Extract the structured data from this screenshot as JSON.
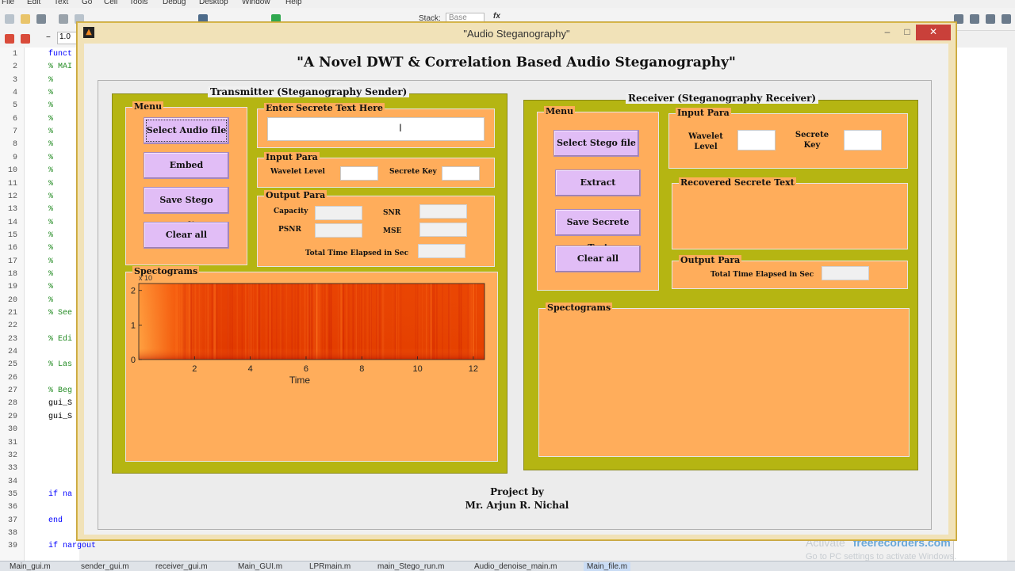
{
  "matlab": {
    "menu": [
      "File",
      "Edit",
      "Text",
      "Go",
      "Cell",
      "Tools",
      "Debug",
      "Desktop",
      "Window",
      "Help"
    ],
    "stack_label": "Stack:",
    "stack_value": "Base",
    "fx": "fx",
    "zoom_value": "1.0",
    "line_numbers": [
      "1",
      "2",
      "3",
      "4",
      "5",
      "6",
      "7",
      "8",
      "9",
      "10",
      "11",
      "12",
      "13",
      "14",
      "15",
      "16",
      "17",
      "18",
      "19",
      "20",
      "21",
      "22",
      "23",
      "24",
      "25",
      "26",
      "27",
      "28",
      "29",
      "30",
      "31",
      "32",
      "33",
      "34",
      "35",
      "36",
      "37",
      "38",
      "39"
    ],
    "code_lines": [
      {
        "n": 1,
        "text": "funct",
        "color": "#0000ff"
      },
      {
        "n": 2,
        "text": "% MAI",
        "color": "#228b22"
      },
      {
        "n": 3,
        "text": "%",
        "color": "#228b22"
      },
      {
        "n": 4,
        "text": "%",
        "color": "#228b22"
      },
      {
        "n": 5,
        "text": "%",
        "color": "#228b22"
      },
      {
        "n": 6,
        "text": "%",
        "color": "#228b22"
      },
      {
        "n": 7,
        "text": "%",
        "color": "#228b22"
      },
      {
        "n": 8,
        "text": "%",
        "color": "#228b22"
      },
      {
        "n": 9,
        "text": "%",
        "color": "#228b22"
      },
      {
        "n": 10,
        "text": "%",
        "color": "#228b22"
      },
      {
        "n": 11,
        "text": "%",
        "color": "#228b22"
      },
      {
        "n": 12,
        "text": "%",
        "color": "#228b22"
      },
      {
        "n": 13,
        "text": "%",
        "color": "#228b22"
      },
      {
        "n": 14,
        "text": "%",
        "color": "#228b22"
      },
      {
        "n": 15,
        "text": "%",
        "color": "#228b22"
      },
      {
        "n": 16,
        "text": "%",
        "color": "#228b22"
      },
      {
        "n": 17,
        "text": "%",
        "color": "#228b22"
      },
      {
        "n": 18,
        "text": "%",
        "color": "#228b22"
      },
      {
        "n": 19,
        "text": "%",
        "color": "#228b22"
      },
      {
        "n": 20,
        "text": "%",
        "color": "#228b22"
      },
      {
        "n": 21,
        "text": "% See",
        "color": "#228b22"
      },
      {
        "n": 23,
        "text": "% Edi",
        "color": "#228b22"
      },
      {
        "n": 25,
        "text": "% Las",
        "color": "#228b22"
      },
      {
        "n": 27,
        "text": "% Beg",
        "color": "#228b22"
      },
      {
        "n": 28,
        "text": "gui_S",
        "color": "#000000"
      },
      {
        "n": 29,
        "text": "gui_S",
        "color": "#000000"
      },
      {
        "n": 35,
        "text": "if na",
        "color": "#0000ff"
      },
      {
        "n": 37,
        "text": "end",
        "color": "#0000ff"
      },
      {
        "n": 39,
        "text": "if nargout",
        "color": "#0000ff"
      }
    ],
    "tabs": [
      "Main_gui.m",
      "sender_gui.m",
      "receiver_gui.m",
      "Main_GUI.m",
      "LPRmain.m",
      "main_Stego_run.m",
      "Audio_denoise_main.m",
      "Main_file.m"
    ],
    "watermark_activate": "Activate",
    "watermark_brand": "freerecorders.com",
    "watermark_sub": "Go to PC settings to activate Windows."
  },
  "window": {
    "title": "\"Audio Steganography\"",
    "minimize": "–",
    "maximize": "□",
    "close": "✕"
  },
  "gui": {
    "main_title": "\"A Novel DWT & Correlation Based Audio Steganography\"",
    "transmitter": {
      "title": "Transmitter (Steganography Sender)",
      "menu_title": "Menu",
      "buttons": [
        "Select Audio file",
        "Embed",
        "Save Stego Audio",
        "Clear all"
      ],
      "secret_text_title": "Enter Secrete Text Here",
      "secret_text_value": "",
      "input_para_title": "Input Para",
      "wavelet_label": "Wavelet Level",
      "wavelet_value": "",
      "key_label": "Secrete Key",
      "key_value": "",
      "output_para_title": "Output Para",
      "capacity_label": "Capacity",
      "capacity_value": "",
      "snr_label": "SNR",
      "snr_value": "",
      "psnr_label": "PSNR",
      "psnr_value": "",
      "mse_label": "MSE",
      "mse_value": "",
      "time_label": "Total Time Elapsed in Sec",
      "time_value": "",
      "spectrogram_title": "Spectograms"
    },
    "receiver": {
      "title": "Receiver (Steganography Receiver)",
      "menu_title": "Menu",
      "buttons": [
        "Select Stego file",
        "Extract",
        "Save Secrete Text",
        "Clear all"
      ],
      "input_para_title": "Input Para",
      "wavelet_label": "Wavelet Level",
      "wavelet_value": "",
      "key_label": "Secrete Key",
      "key_value": "",
      "recovered_title": "Recovered Secrete Text",
      "recovered_value": "",
      "output_para_title": "Output Para",
      "time_label": "Total Time Elapsed in Sec",
      "time_value": "",
      "spectrogram_title": "Spectograms"
    },
    "credit_line1": "Project by",
    "credit_line2": "Mr. Arjun R. Nichal"
  },
  "chart_data": {
    "type": "heatmap",
    "title": "",
    "xlabel": "Time",
    "ylabel": "",
    "y_exponent_label": "x 10",
    "xlim": [
      0,
      12.4
    ],
    "ylim": [
      0,
      2.2
    ],
    "xticks": [
      2,
      4,
      6,
      8,
      10,
      12
    ],
    "yticks": [
      0,
      1,
      2
    ],
    "colormap": [
      "#ff7a1a",
      "#e63a00",
      "#c41400"
    ]
  }
}
